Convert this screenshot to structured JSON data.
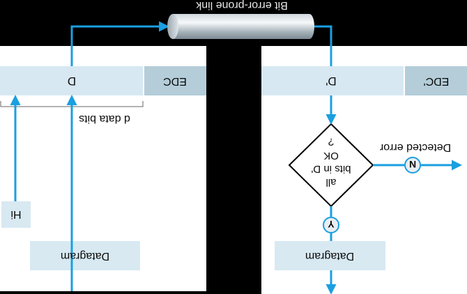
{
  "labels": {
    "link": "Bit error-prone link",
    "d_field": "D",
    "edc_field": "EDC",
    "d_prime_field": "D'",
    "edc_prime_field": "EDC'",
    "data_bits": "d data bits",
    "hi": "Hi",
    "datagram_left": "Datagram",
    "datagram_right": "Datagram",
    "decision_line1": "all",
    "decision_line2": "bits in D'",
    "decision_line3": "OK",
    "decision_line4": "?",
    "detected_error": "Detected error",
    "no": "N",
    "yes": "Y"
  },
  "colors": {
    "background": "#000000",
    "panel": "#ffffff",
    "frame_light": "#d7e8f2",
    "frame_dark": "#b4cdd9",
    "box": "#d8e9f2",
    "arrow": "#1a9fe0",
    "pill": "#e8eef2"
  }
}
